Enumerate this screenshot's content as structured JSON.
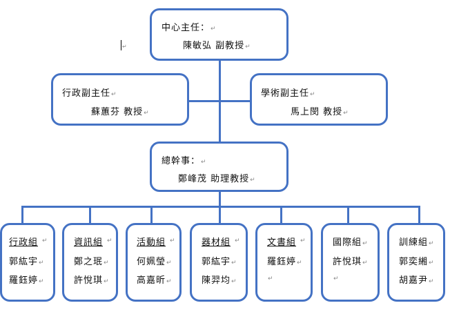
{
  "return_mark": "↵",
  "colors": {
    "border": "#4472c4",
    "connector": "#4472c4"
  },
  "director": {
    "title": "中心主任：",
    "name": "陳敏弘 副教授"
  },
  "vice_admin": {
    "title": "行政副主任",
    "name": "蘇蕙芬 教授"
  },
  "vice_academic": {
    "title": "學術副主任",
    "name": "馬上閔 教授"
  },
  "secretary": {
    "title": "總幹事：",
    "name": "鄭峰茂 助理教授"
  },
  "groups": [
    {
      "title": "行政組",
      "members": [
        "郭紘宇",
        "羅鈺婷"
      ]
    },
    {
      "title": "資訊組",
      "members": [
        "鄭之珉",
        "許悅琪"
      ]
    },
    {
      "title": "活動組",
      "members": [
        "何姵瑩",
        "高嘉昕"
      ]
    },
    {
      "title": "器材組",
      "members": [
        "郭紘宇",
        "陳羿均"
      ]
    },
    {
      "title": "文書組",
      "members": [
        "羅鈺婷",
        ""
      ]
    },
    {
      "title": "國際組",
      "members": [
        "許悅琪",
        ""
      ]
    },
    {
      "title": "訓練組",
      "members": [
        "郭奕緗",
        "胡嘉尹"
      ]
    }
  ]
}
